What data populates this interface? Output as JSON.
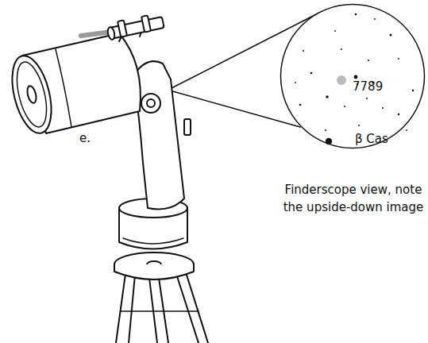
{
  "diagram": {
    "caption": "Finderscope view, note the upside-down image",
    "nodes": [
      {
        "text": [
          "7789",
          "β Cas"
        ]
      }
    ],
    "labels": [
      "e."
    ]
  }
}
